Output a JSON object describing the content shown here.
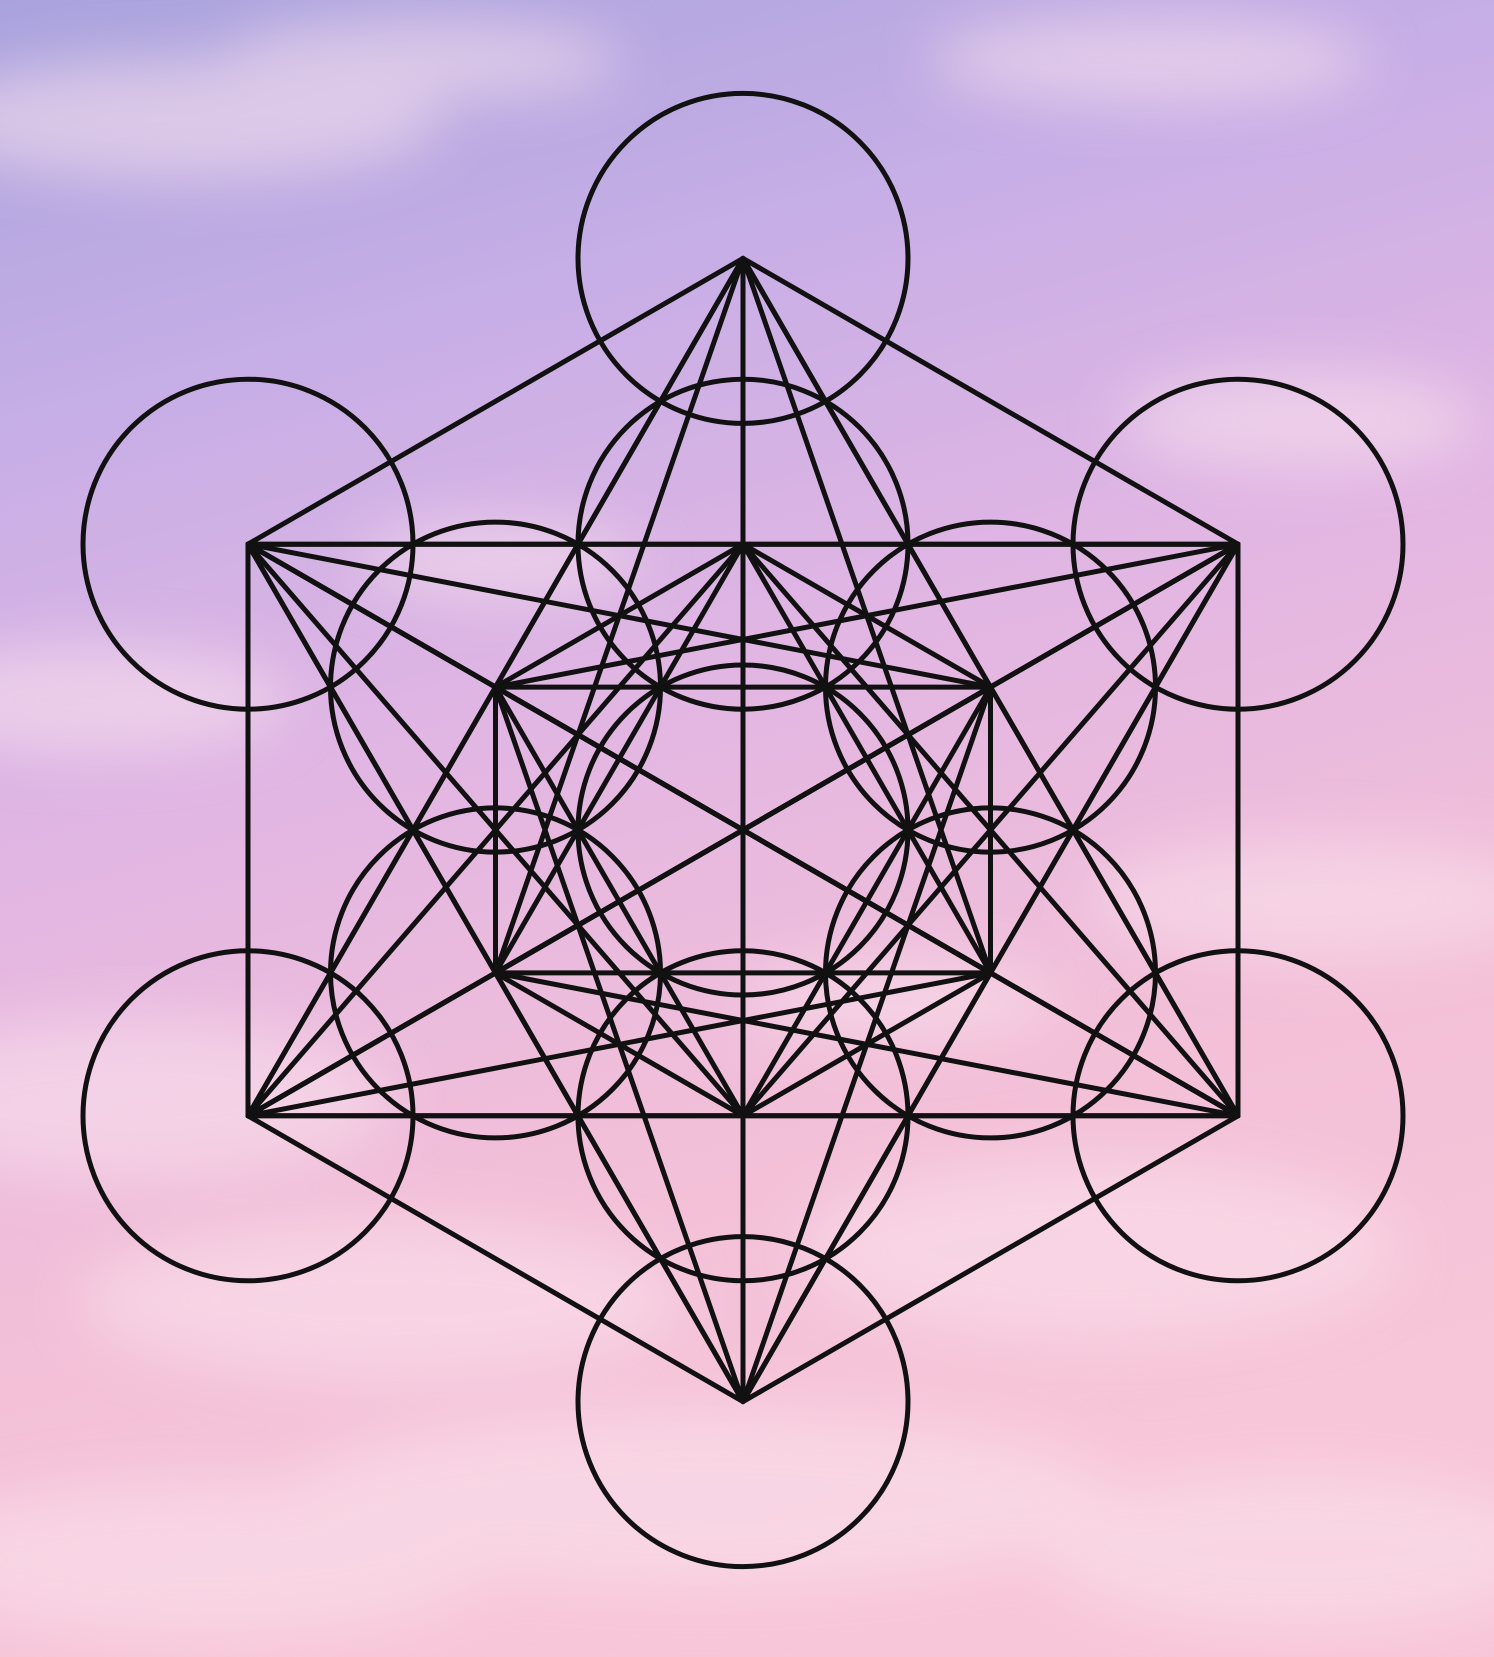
{
  "scene": {
    "subject": "metatrons-cube",
    "background": {
      "kind": "sunset-sky",
      "gradient_colors": [
        "#a9a3dd",
        "#c7aee6",
        "#e2b6e3",
        "#f2bfd8",
        "#f7c6d8"
      ],
      "cloud_color": "#fbe3ee"
    },
    "line_color": "#111111",
    "counts": {
      "circles": 13,
      "lines": 78
    }
  }
}
